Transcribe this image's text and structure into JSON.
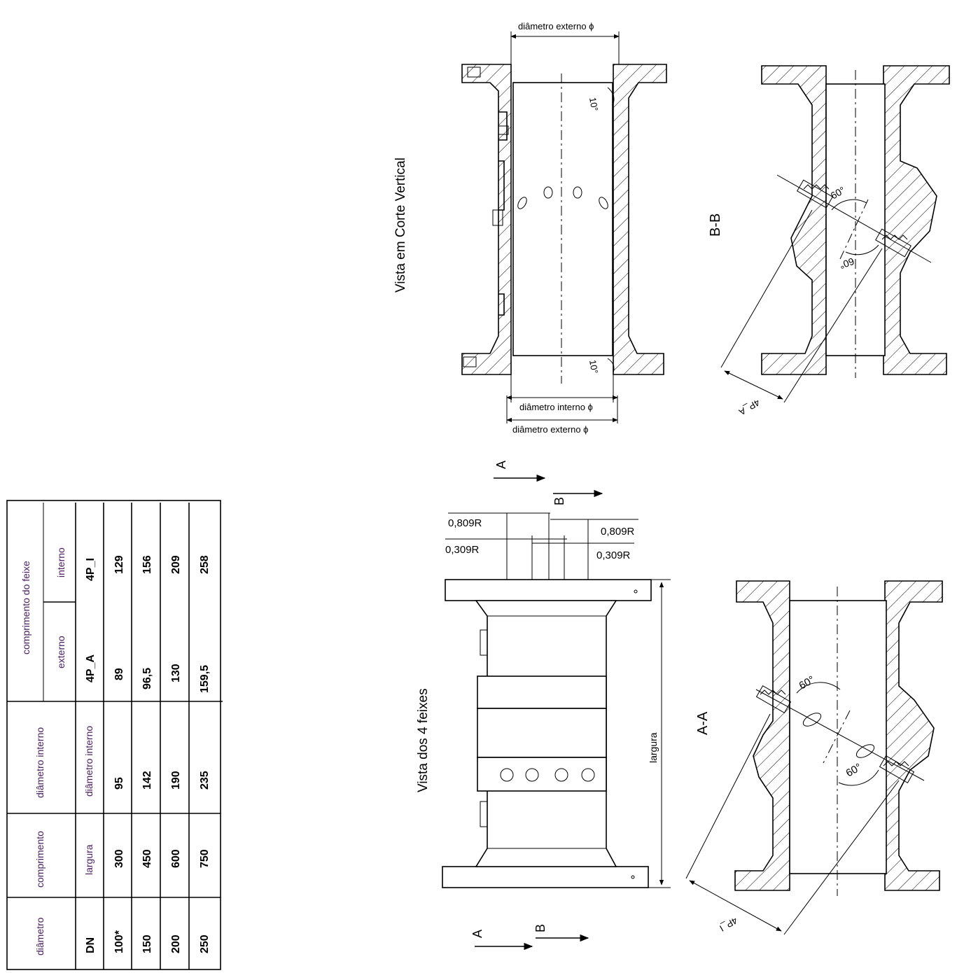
{
  "table": {
    "group_headers": {
      "diametro": "diâmetro",
      "comprimento": "comprimento",
      "diametro_interno": "diâmetro interno",
      "comprimento_feixe": "comprimento do feixe"
    },
    "sub_headers": {
      "externo": "externo",
      "interno": "interno"
    },
    "columns": [
      "DN",
      "largura",
      "diâmetro interno",
      "4P_A",
      "4P_I"
    ],
    "rows": [
      [
        "100*",
        "300",
        "95",
        "89",
        "129"
      ],
      [
        "150",
        "450",
        "142",
        "96,5",
        "156"
      ],
      [
        "200",
        "600",
        "190",
        "130",
        "209"
      ],
      [
        "250",
        "750",
        "235",
        "159,5",
        "258"
      ]
    ]
  },
  "drawing": {
    "view_vertical_label": "Vista em Corte Vertical",
    "view_beams_label": "Vista dos 4 feixes",
    "dim_outer_top": "diâmetro externo ϕ",
    "dim_inner_bottom": "diâmetro interno ϕ",
    "dim_outer_bottom": "diâmetro externo ϕ",
    "angle_10": "10°",
    "angle_60": "60°",
    "section_bb": "B-B",
    "section_aa": "A-A",
    "label_4pa": "4P_A",
    "label_4pi": "4P_I",
    "r0809": "0,809R",
    "r0309": "0,309R",
    "largura": "largura",
    "mark_a": "A",
    "mark_b": "B"
  }
}
